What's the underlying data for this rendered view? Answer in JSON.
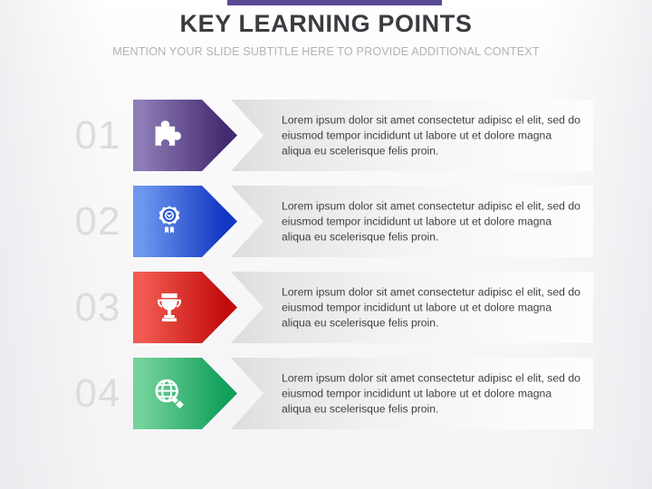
{
  "header": {
    "accent_bar_color": "#5b4a96",
    "title": "KEY LEARNING POINTS",
    "subtitle": "MENTION YOUR SLIDE SUBTITLE HERE TO PROVIDE ADDITIONAL CONTEXT"
  },
  "body_text": "Lorem ipsum dolor sit amet consectetur adipisc el elit, sed do eiusmod tempor incididunt ut labore ut et dolore magna aliqua eu scelerisque felis proin.",
  "rows": [
    {
      "number": "01",
      "icon": "puzzle-piece-icon",
      "color_start": "#8d7cb6",
      "color_end": "#452a70",
      "text": "Lorem ipsum dolor sit amet consectetur adipisc el elit, sed do eiusmod tempor incididunt ut labore ut et dolore magna aliqua eu scelerisque felis proin."
    },
    {
      "number": "02",
      "icon": "award-badge-icon",
      "color_start": "#6d98ee",
      "color_end": "#1136c2",
      "text": "Lorem ipsum dolor sit amet consectetur adipisc el elit, sed do eiusmod tempor incididunt ut labore ut et dolore magna aliqua eu scelerisque felis proin."
    },
    {
      "number": "03",
      "icon": "trophy-icon",
      "color_start": "#f15b51",
      "color_end": "#c30c0c",
      "text": "Lorem ipsum dolor sit amet consectetur adipisc el elit, sed do eiusmod tempor incididunt ut labore ut et dolore magna aliqua eu scelerisque felis proin."
    },
    {
      "number": "04",
      "icon": "globe-search-icon",
      "color_start": "#73d29a",
      "color_end": "#129f5b",
      "text": "Lorem ipsum dolor sit amet consectetur adipisc el elit, sed do eiusmod tempor incididunt ut labore ut et dolore magna aliqua eu scelerisque felis proin."
    }
  ]
}
